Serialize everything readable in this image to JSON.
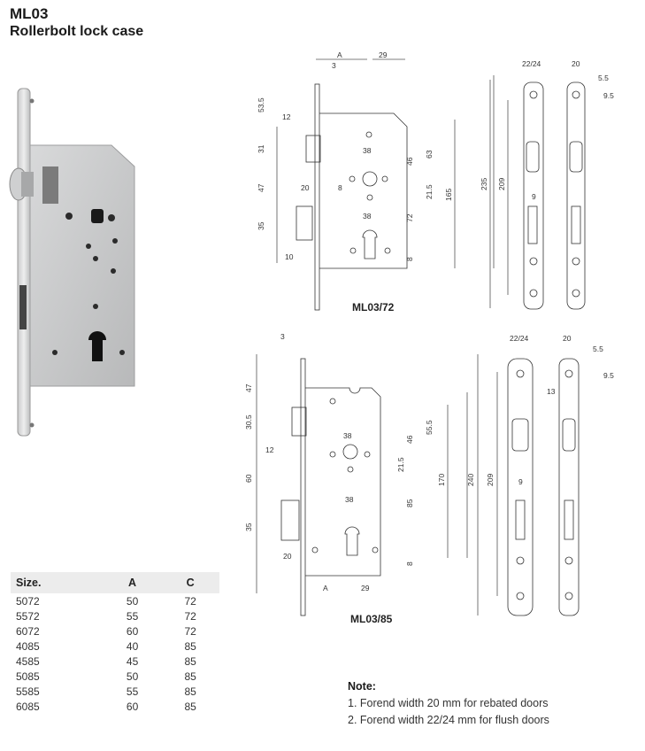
{
  "header": {
    "model": "ML03",
    "subtitle": "Rollerbolt lock case"
  },
  "drawings": {
    "top_label": "ML03/72",
    "bottom_label": "ML03/85",
    "top_dims": [
      "A",
      "29",
      "3",
      "53.5",
      "12",
      "31",
      "47",
      "20",
      "35",
      "10",
      "38",
      "46",
      "63",
      "21.5",
      "72",
      "8",
      "165",
      "8",
      "38",
      "235",
      "209",
      "22/24",
      "20",
      "5.5",
      "9.5",
      "9"
    ],
    "bottom_dims": [
      "3",
      "47",
      "30.5",
      "12",
      "60",
      "35",
      "20",
      "38",
      "46",
      "55.5",
      "21.5",
      "85",
      "170",
      "8",
      "38",
      "A",
      "29",
      "240",
      "209",
      "22/24",
      "20",
      "5.5",
      "9.5",
      "13",
      "9"
    ]
  },
  "size_table": {
    "headers": [
      "Size.",
      "A",
      "C"
    ],
    "rows": [
      [
        "5072",
        "50",
        "72"
      ],
      [
        "5572",
        "55",
        "72"
      ],
      [
        "6072",
        "60",
        "72"
      ],
      [
        "4085",
        "40",
        "85"
      ],
      [
        "4585",
        "45",
        "85"
      ],
      [
        "5085",
        "50",
        "85"
      ],
      [
        "5585",
        "55",
        "85"
      ],
      [
        "6085",
        "60",
        "85"
      ]
    ]
  },
  "note": {
    "title": "Note:",
    "items": [
      "1. Forend width 20 mm for rebated doors",
      "2. Forend width 22/24 mm for flush doors"
    ]
  }
}
